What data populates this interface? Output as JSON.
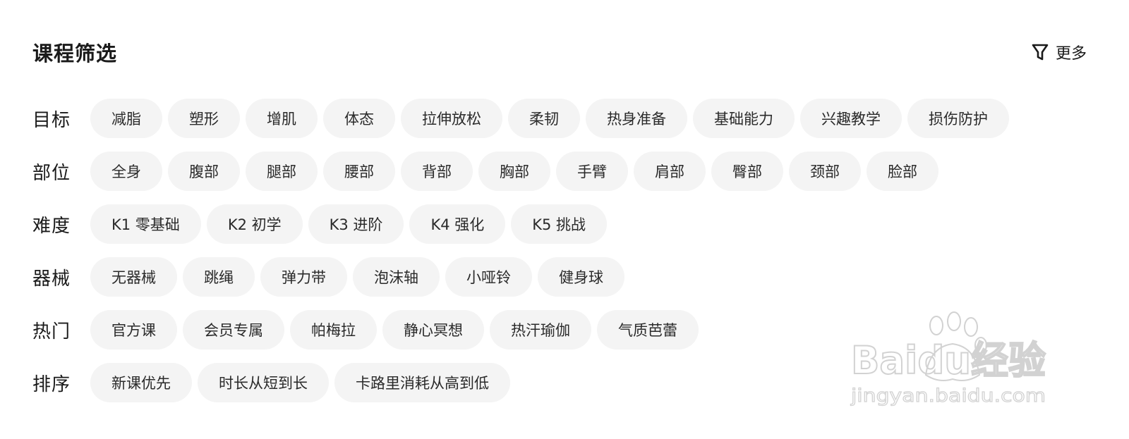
{
  "header": {
    "title": "课程筛选",
    "more_label": "更多"
  },
  "filters": [
    {
      "label": "目标",
      "options": [
        "减脂",
        "塑形",
        "增肌",
        "体态",
        "拉伸放松",
        "柔韧",
        "热身准备",
        "基础能力",
        "兴趣教学",
        "损伤防护"
      ]
    },
    {
      "label": "部位",
      "options": [
        "全身",
        "腹部",
        "腿部",
        "腰部",
        "背部",
        "胸部",
        "手臂",
        "肩部",
        "臀部",
        "颈部",
        "脸部"
      ]
    },
    {
      "label": "难度",
      "options": [
        "K1 零基础",
        "K2 初学",
        "K3 进阶",
        "K4 强化",
        "K5 挑战"
      ]
    },
    {
      "label": "器械",
      "options": [
        "无器械",
        "跳绳",
        "弹力带",
        "泡沫轴",
        "小哑铃",
        "健身球"
      ]
    },
    {
      "label": "热门",
      "options": [
        "官方课",
        "会员专属",
        "帕梅拉",
        "静心冥想",
        "热汗瑜伽",
        "气质芭蕾"
      ]
    },
    {
      "label": "排序",
      "options": [
        "新课优先",
        "时长从短到长",
        "卡路里消耗从高到低"
      ]
    }
  ],
  "watermark": {
    "brand": "Baidu经验",
    "url": "jingyan.baidu.com"
  },
  "icons": {
    "more": "filter-funnel-icon",
    "watermark": "baidu-paw-icon"
  },
  "colors": {
    "chip_bg": "#f4f4f4",
    "text": "#1a1a1a"
  }
}
